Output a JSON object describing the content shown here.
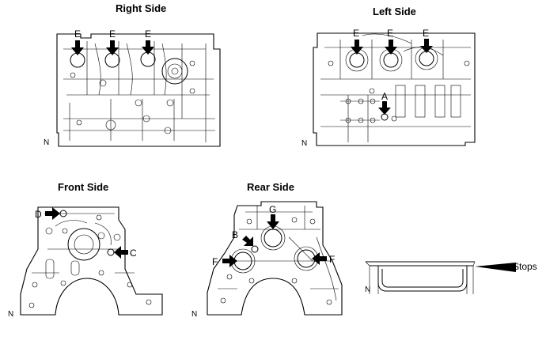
{
  "views": {
    "right": {
      "title": "Right Side",
      "labels": [
        "E",
        "E",
        "E"
      ],
      "corner": "N"
    },
    "left": {
      "title": "Left Side",
      "labels": [
        "E",
        "E",
        "E",
        "A"
      ],
      "corner": "N"
    },
    "front": {
      "title": "Front Side",
      "labels": [
        "D",
        "C"
      ],
      "corner": "N"
    },
    "rear": {
      "title": "Rear Side",
      "labels": [
        "G",
        "B",
        "F",
        "F"
      ],
      "corner": "N"
    },
    "plug": {
      "label": "Stops",
      "corner": "N"
    }
  }
}
